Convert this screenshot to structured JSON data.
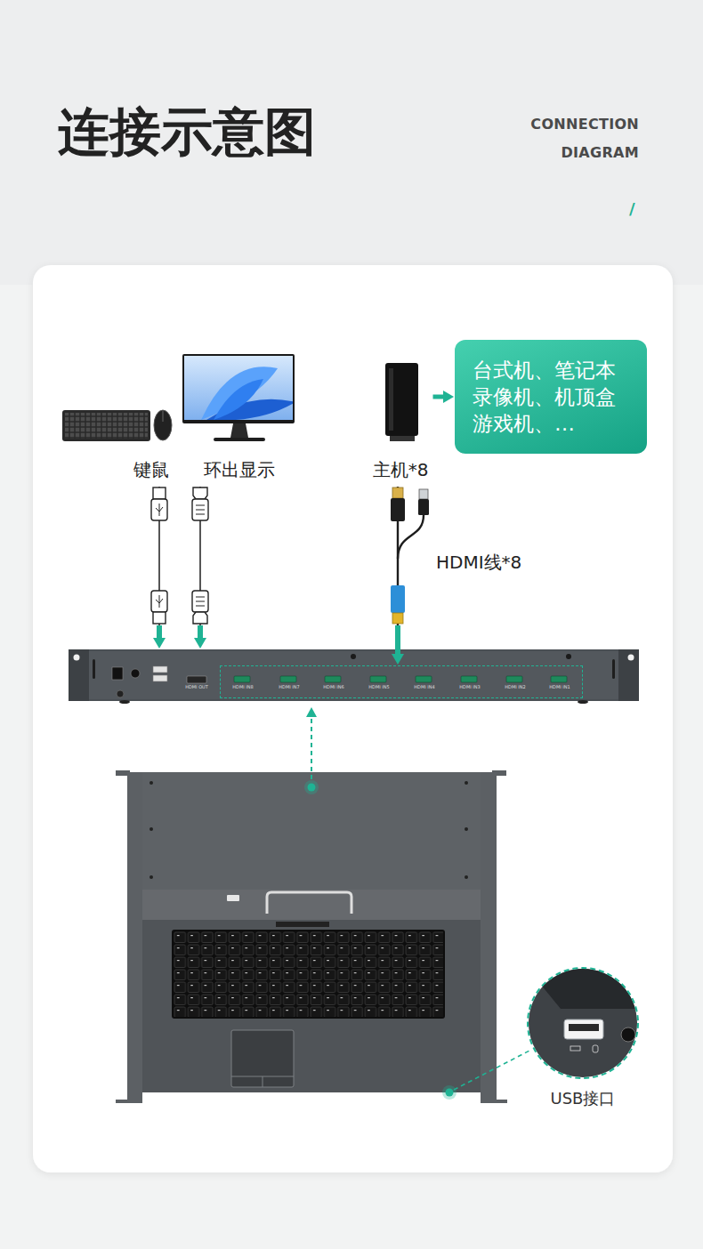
{
  "diagram": {
    "title": "连接示意图",
    "nodes": [
      {
        "text": [
          "键鼠"
        ]
      },
      {
        "text": [
          "环出显示"
        ]
      },
      {
        "text": [
          "主机*8"
        ]
      },
      {
        "text": [
          "台式机、笔记本 录像机、机顶盒 游戏机、…"
        ]
      },
      {
        "text": [
          "HDMI OUT"
        ]
      },
      {
        "text": [
          "HDMI IN8",
          "HDMI IN7",
          "HDMI IN6",
          "HDMI IN5",
          "HDMI IN4",
          "HDMI IN3",
          "HDMI IN2",
          "HDMI IN1"
        ],
        "in": 4
      },
      {
        "text": [
          "USB接口"
        ]
      }
    ],
    "edges": [
      {
        "from": 0,
        "to": 4,
        "arrow": "to"
      },
      {
        "from": 1,
        "to": 4,
        "arrow": "to"
      },
      {
        "from": 2,
        "to": 5,
        "arrow": "to",
        "label": "HDMI线*8"
      },
      {
        "from": 2,
        "to": 3,
        "arrow": "to"
      }
    ],
    "labels": [
      "CONNECTION DIAGRAM",
      "/"
    ]
  }
}
